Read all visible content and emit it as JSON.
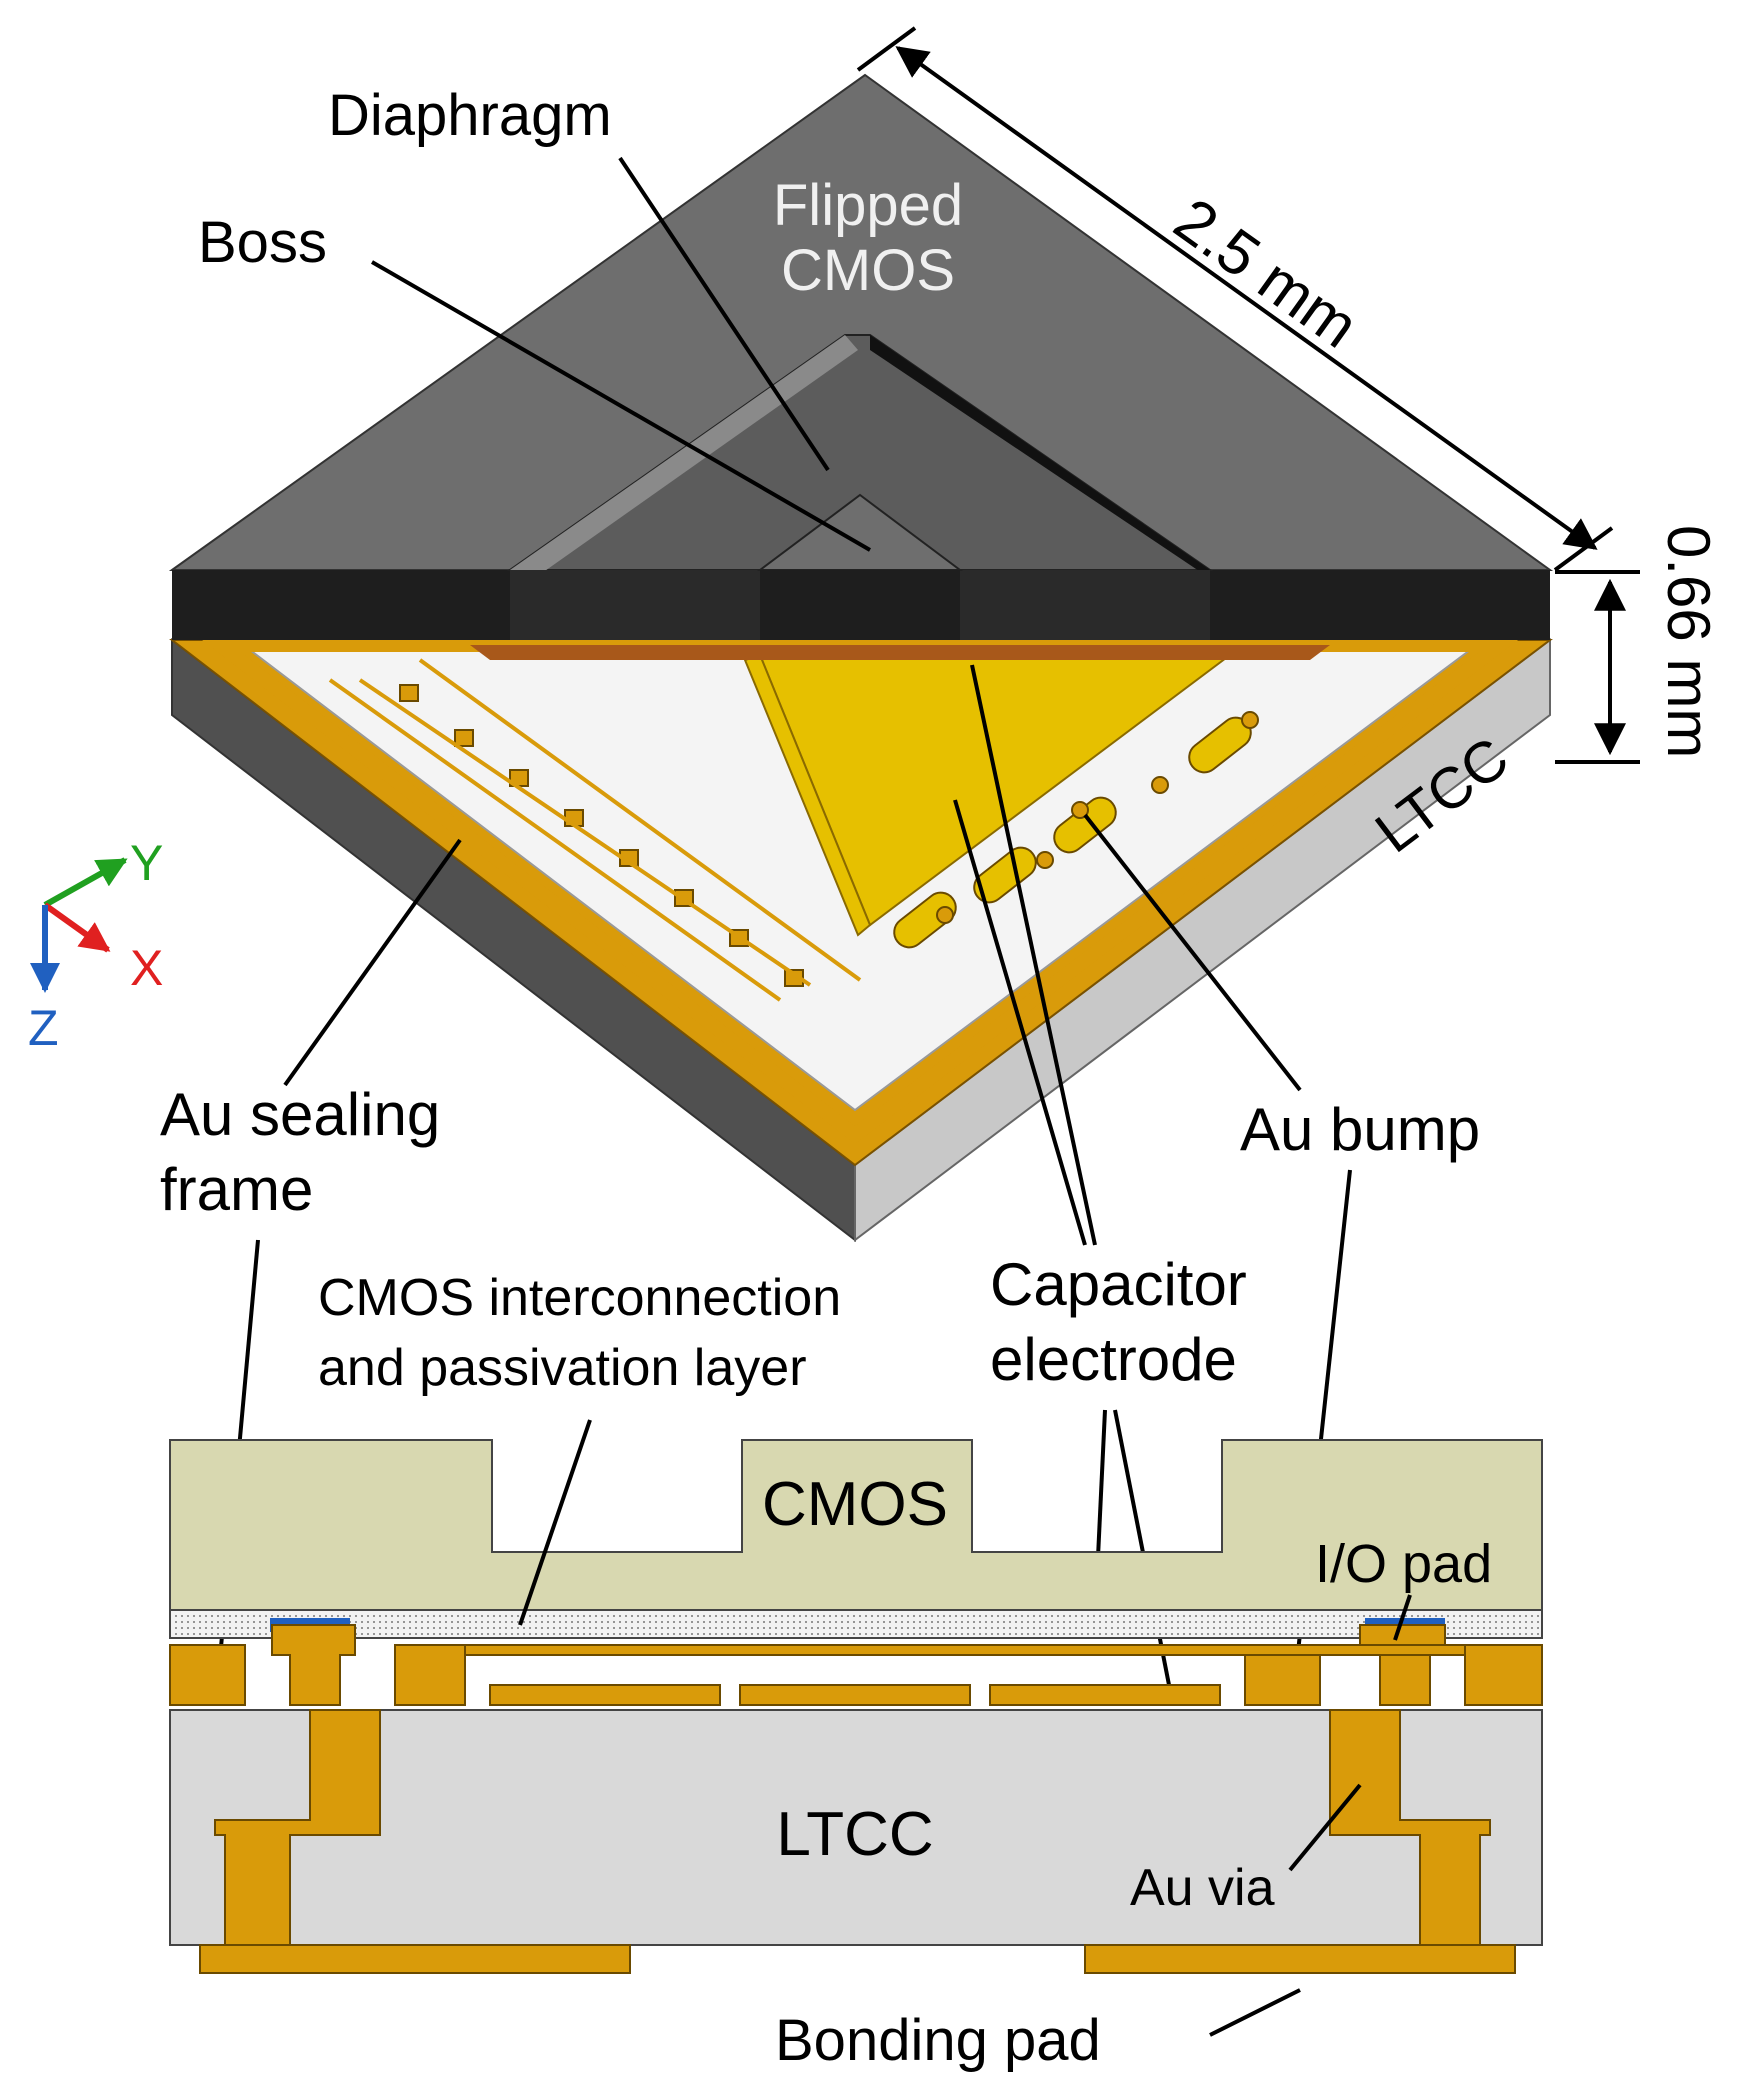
{
  "labels": {
    "diaphragm": "Diaphragm",
    "boss": "Boss",
    "flipped_1": "Flipped",
    "flipped_2": "CMOS",
    "dim_width": "2.5 mm",
    "dim_height": "0.66 mm",
    "ltcc_top": "LTCC",
    "axis_x": "X",
    "axis_y": "Y",
    "axis_z": "Z",
    "au_sealing_1": "Au sealing",
    "au_sealing_2": "frame",
    "au_bump": "Au bump",
    "cmos_layer_1": "CMOS interconnection",
    "cmos_layer_2": "and passivation layer",
    "capacitor_1": "Capacitor",
    "capacitor_2": "electrode",
    "cmos_section": "CMOS",
    "io_pad": "I/O pad",
    "ltcc_section": "LTCC",
    "au_via": "Au via",
    "bonding_pad": "Bonding pad"
  },
  "colors": {
    "cmos_top": "#6e6e6e",
    "cmos_dark": "#1e1e1e",
    "gold": "#d99b0a",
    "gold_light": "#e6c000",
    "ltcc_side": "#c8c8c8",
    "ltcc_side_dark": "#505050",
    "cmos_section_fill": "#d8d8b0",
    "ltcc_section_fill": "#d9d9d9",
    "axis_x": "#e02020",
    "axis_y": "#20a020",
    "axis_z": "#2060c0"
  }
}
